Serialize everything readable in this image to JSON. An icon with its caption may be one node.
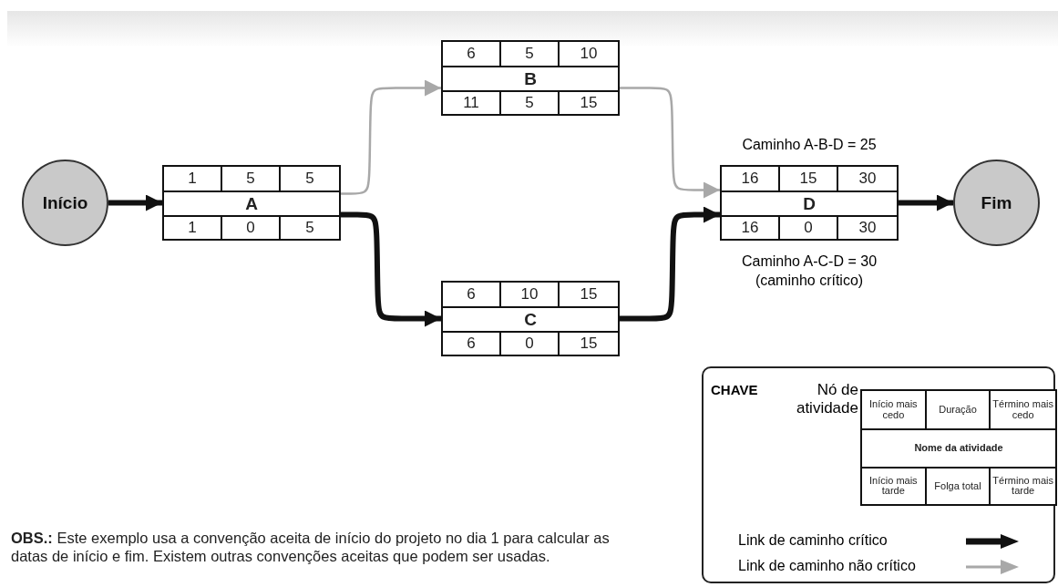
{
  "diagram": {
    "nodes": [
      {
        "text": [
          "Início"
        ]
      },
      {
        "text": [
          "1",
          "5",
          "5",
          "A",
          "1",
          "0",
          "5"
        ]
      },
      {
        "text": [
          "6",
          "5",
          "10",
          "B",
          "11",
          "5",
          "15"
        ]
      },
      {
        "text": [
          "6",
          "10",
          "15",
          "C",
          "6",
          "0",
          "15"
        ]
      },
      {
        "text": [
          "16",
          "15",
          "30",
          "D",
          "16",
          "0",
          "30"
        ],
        "beside": [
          "Caminho A-B-D = 25",
          "Caminho A-C-D = 30 (caminho crítico)"
        ]
      },
      {
        "text": [
          "Fim"
        ]
      },
      {
        "text": [
          "CHAVE",
          "Nó de atividade"
        ]
      },
      {
        "text": [
          "Início mais cedo",
          "Duração",
          "Término mais cedo",
          "Nome da atividade",
          "Início mais tarde",
          "Folga total",
          "Término mais tarde"
        ],
        "in": 6
      }
    ],
    "edges": [
      {
        "from": 0,
        "to": 1,
        "arrow": "to"
      },
      {
        "from": 1,
        "to": 2,
        "arrow": "to",
        "color": "#a8a8a8"
      },
      {
        "from": 1,
        "to": 3,
        "arrow": "to"
      },
      {
        "from": 2,
        "to": 4,
        "arrow": "to",
        "color": "#a8a8a8"
      },
      {
        "from": 3,
        "to": 4,
        "arrow": "to"
      },
      {
        "from": 4,
        "to": 5,
        "arrow": "to"
      }
    ],
    "labels": [
      "**OBS.:** Este exemplo usa a convenção aceita de início do projeto no dia 1 para calcular as datas de início e fim. Existem outras convenções aceitas que podem ser usadas."
    ],
    "legend": [
      {
        "text": "Link de caminho crítico"
      },
      {
        "text": "Link de caminho não crítico"
      }
    ]
  }
}
